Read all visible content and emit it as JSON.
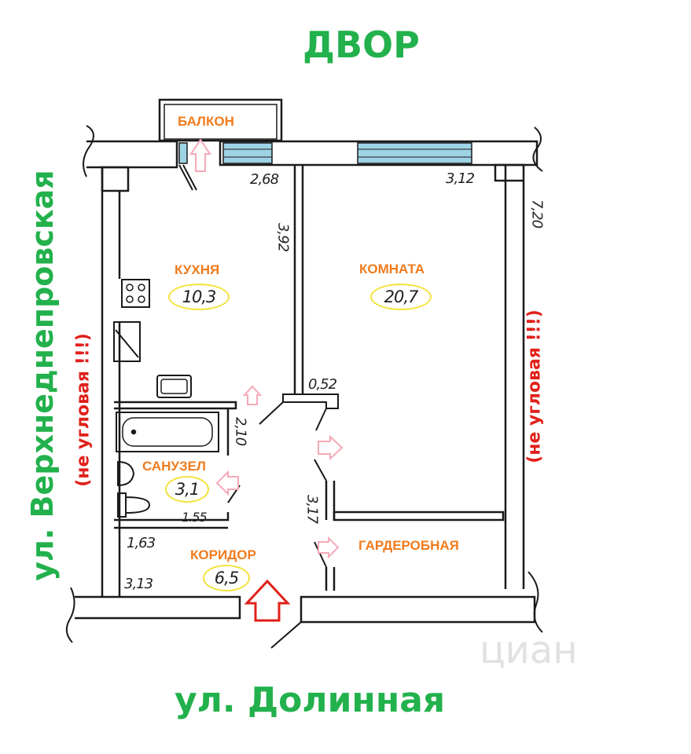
{
  "labels": {
    "courtyard": "ДВОР",
    "street_left": "ул. Верхнеднепровская",
    "street_bottom": "ул. Долинная",
    "not_corner_left": "(не угловая !!!)",
    "not_corner_right": "(не угловая !!!)",
    "watermark": "циан"
  },
  "rooms": {
    "balcony": {
      "name": "БАЛКОН"
    },
    "kitchen": {
      "name": "КУХНЯ",
      "area": "10,3"
    },
    "room": {
      "name": "КОМНАТА",
      "area": "20,7"
    },
    "bathroom": {
      "name": "САНУЗЕЛ",
      "area": "3,1"
    },
    "corridor": {
      "name": "КОРИДОР",
      "area": "6,5"
    },
    "wardrobe": {
      "name": "ГАРДЕРОБНАЯ"
    }
  },
  "dimensions": {
    "kitchen_width": "2,68",
    "room_width": "3,12",
    "total_length": "7,20",
    "kitchen_length": "3,92",
    "partition": "0,52",
    "bath_length": "2,10",
    "wardrobe_length": "3,17",
    "bath_width": "1.55",
    "corridor_width_a": "1,63",
    "corridor_width_b": "3,13"
  },
  "colors": {
    "street_text": "#22b14c",
    "note_text": "#e0201a",
    "room_label": "#f07b1d",
    "area_ellipse": "#f2e23a",
    "window": "#9ed3e6",
    "entrance_arrow": "#e0201a",
    "door_arrow": "#f5a9b8"
  }
}
